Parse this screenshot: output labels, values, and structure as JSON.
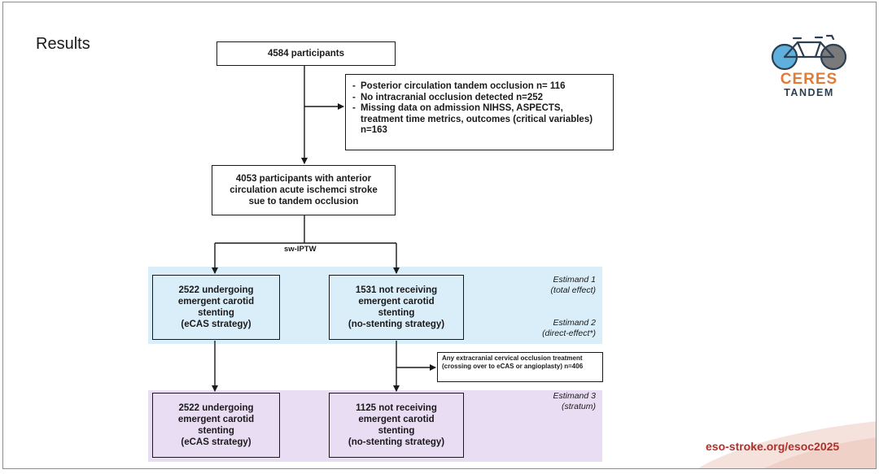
{
  "slide": {
    "title": "Results"
  },
  "logo": {
    "line1": "CERES",
    "line2": "TANDEM",
    "primary_color": "#e07b39",
    "secondary_color": "#2c3e50",
    "icon": "tandem-bicycle-icon"
  },
  "flowchart": {
    "top_box": "4584 participants",
    "exclusions": [
      "Posterior circulation tandem occlusion n= 116",
      "No intracranial occlusion detected n=252",
      "Missing data on admission NIHSS, ASPECTS, treatment time metrics, outcomes (critical variables) n=163"
    ],
    "cohort_box": [
      "4053 participants with anterior",
      "circulation acute ischemci stroke",
      "sue to tandem occlusion"
    ],
    "split_label": "sw-IPTW",
    "left_group": [
      "2522 undergoing",
      "emergent carotid",
      "stenting",
      "(eCAS strategy)"
    ],
    "right_group": [
      "1531 not receiving",
      "emergent carotid",
      "stenting",
      "(no-stenting strategy)"
    ],
    "crossover_note": "Any extracranial cervical occlusion treatment  (crossing over to eCAS or angioplasty) n=406",
    "left_final": [
      "2522 undergoing",
      "emergent carotid",
      "stenting",
      "(eCAS strategy)"
    ],
    "right_final": [
      "1125 not receiving",
      "emergent carotid",
      "stenting",
      "(no-stenting strategy)"
    ],
    "estimands": {
      "e1": [
        "Estimand 1",
        "(total effect)"
      ],
      "e2": [
        "Estimand 2",
        "(direct-effect*)"
      ],
      "e3": [
        "Estimand 3",
        "(stratum)"
      ]
    },
    "band_colors": {
      "blue": "#d9eef8",
      "purple": "#e9ddf3"
    }
  },
  "footer": {
    "url": "eso-stroke.org/esoc2025",
    "color": "#b0302b"
  }
}
